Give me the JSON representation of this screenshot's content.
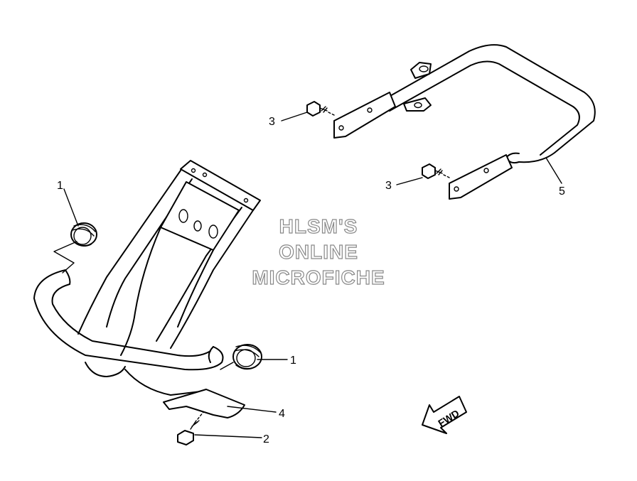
{
  "callouts": {
    "c1a": "1",
    "c1b": "1",
    "c2": "2",
    "c3a": "3",
    "c3b": "3",
    "c4": "4",
    "c5": "5"
  },
  "watermark": {
    "line1": "HLSM'S",
    "line2": "ONLINE",
    "line3": "MICROFICHE"
  },
  "fwd_label": "FWD"
}
